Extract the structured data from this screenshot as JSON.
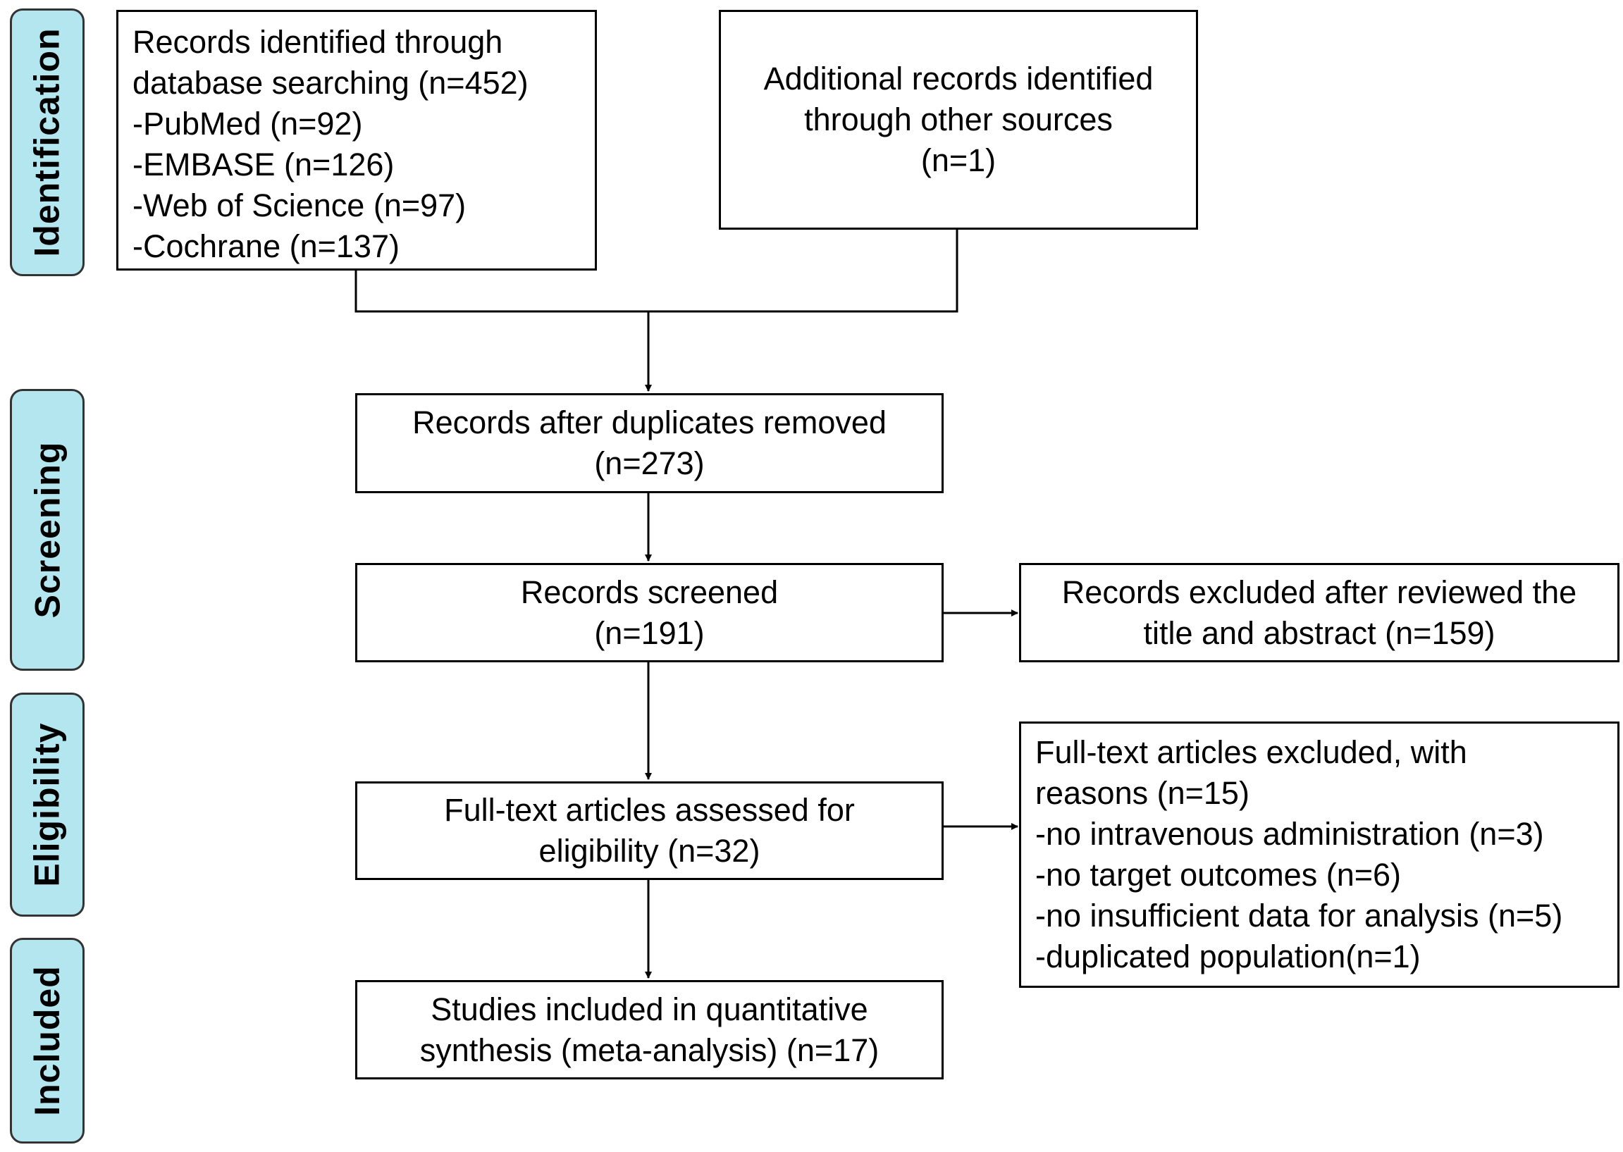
{
  "stages": {
    "identification": "Identification",
    "screening": "Screening",
    "eligibility": "Eligibility",
    "included": "Included"
  },
  "boxes": {
    "database_search": [
      "Records identified through",
      "database searching (n=452)",
      "-PubMed (n=92)",
      "-EMBASE (n=126)",
      "-Web of Science (n=97)",
      "-Cochrane (n=137)"
    ],
    "other_sources": [
      "Additional records identified",
      "through other sources",
      "(n=1)"
    ],
    "duplicates_removed": [
      "Records after duplicates removed",
      "(n=273)"
    ],
    "screened": [
      "Records screened",
      "(n=191)"
    ],
    "excluded_title_abstract": [
      "Records excluded after reviewed the",
      "title and abstract (n=159)"
    ],
    "full_text_assessed": [
      "Full-text articles assessed for",
      "eligibility (n=32)"
    ],
    "full_text_excluded": [
      "Full-text articles excluded, with",
      "reasons (n=15)",
      "-no intravenous administration (n=3)",
      "-no target outcomes (n=6)",
      "-no insufficient data for analysis (n=5)",
      "-duplicated population(n=1)"
    ],
    "included_studies": [
      "Studies included in quantitative",
      "synthesis (meta-analysis) (n=17)"
    ]
  }
}
